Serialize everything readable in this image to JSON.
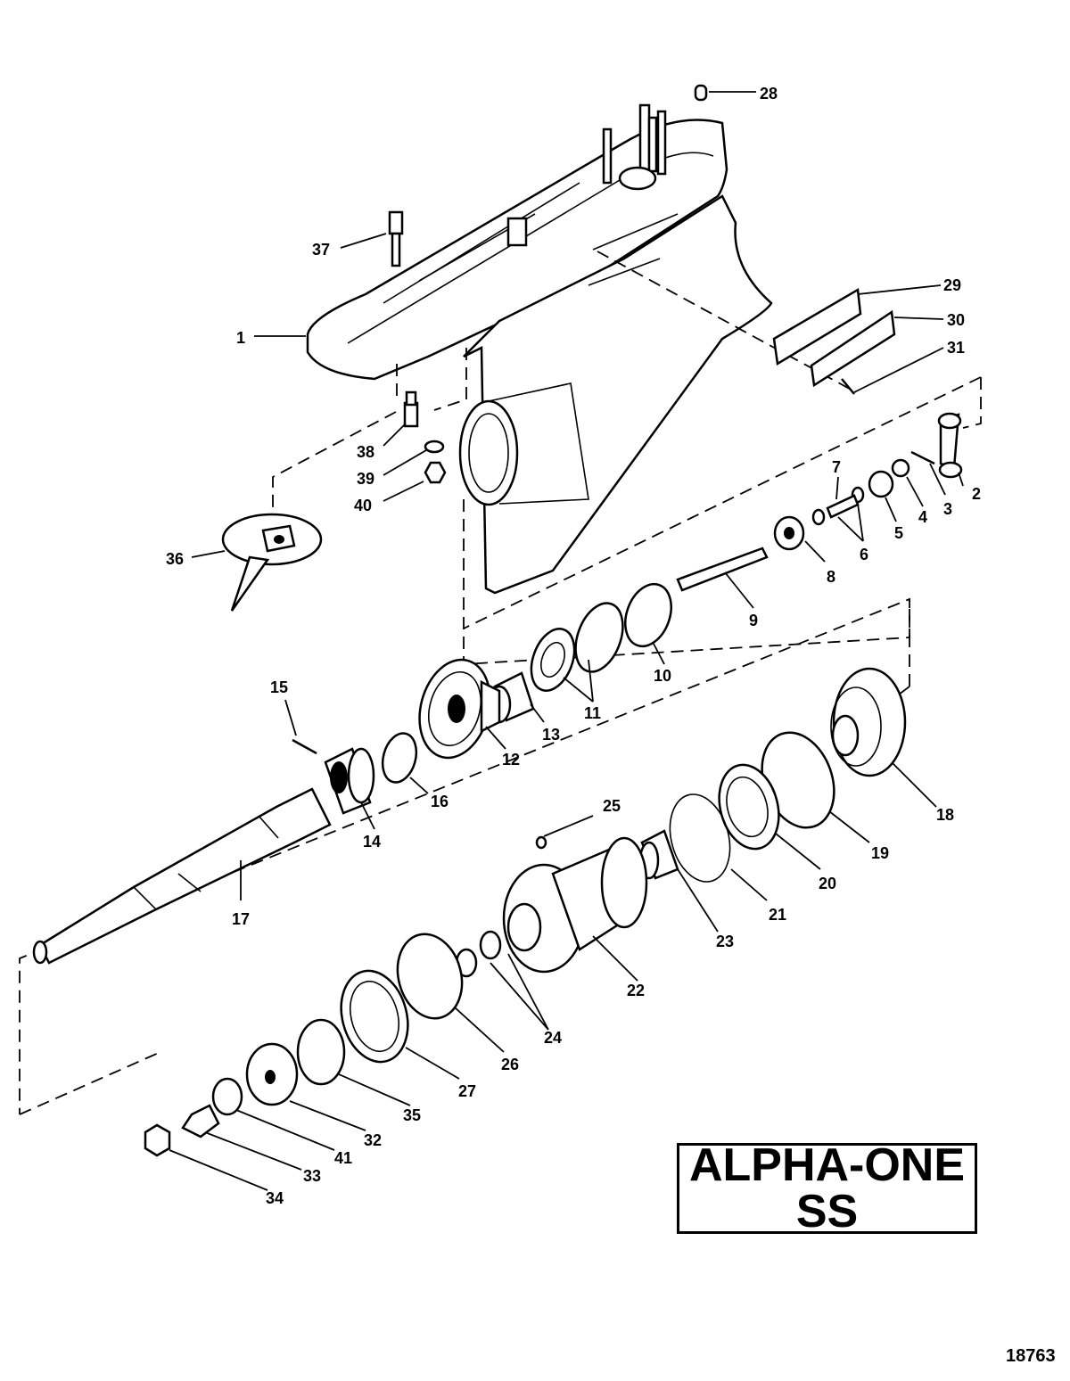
{
  "diagram": {
    "title_line1": "ALPHA-ONE",
    "title_line2": "SS",
    "figure_number": "18763",
    "callouts": [
      "1",
      "2",
      "3",
      "4",
      "5",
      "6",
      "7",
      "8",
      "9",
      "10",
      "11",
      "12",
      "13",
      "14",
      "15",
      "16",
      "17",
      "18",
      "19",
      "20",
      "21",
      "22",
      "23",
      "24",
      "25",
      "26",
      "27",
      "28",
      "29",
      "30",
      "31",
      "32",
      "33",
      "34",
      "35",
      "36",
      "37",
      "38",
      "39",
      "40",
      "41"
    ]
  }
}
